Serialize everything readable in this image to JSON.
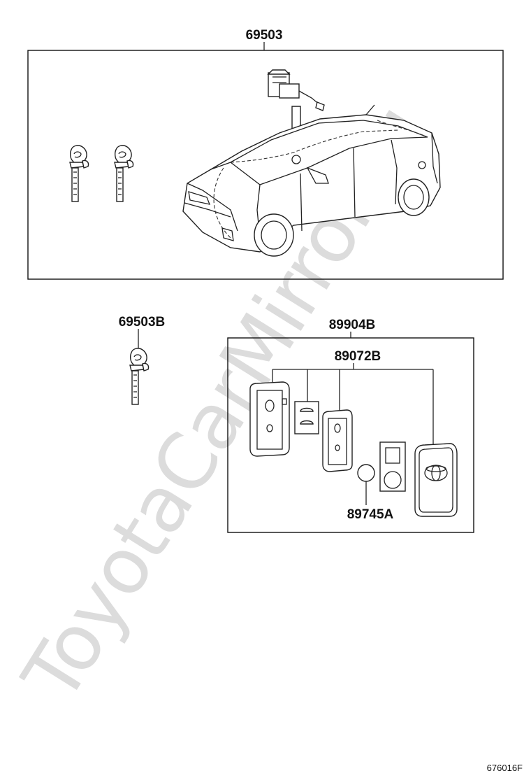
{
  "callouts": {
    "main_assembly": "69503",
    "key_blank": "69503B",
    "transmitter_assembly": "89904B",
    "transmitter_case": "89072B",
    "battery": "89745A"
  },
  "figure_id": "676016F",
  "watermark": "ToyotaCarMirror.ru"
}
